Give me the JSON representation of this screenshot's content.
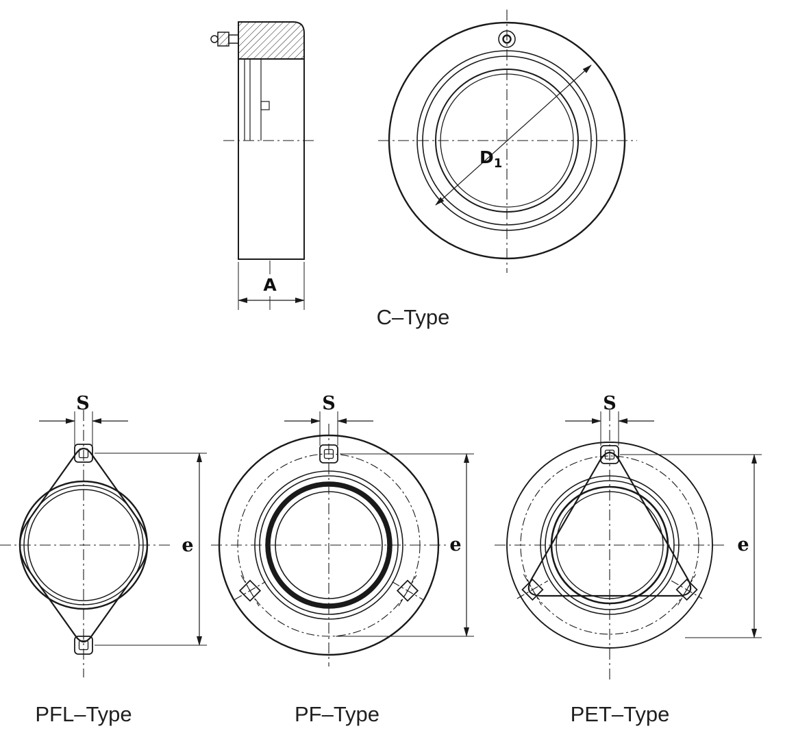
{
  "figure": {
    "background": "#ffffff",
    "line_color": "#1a1a1a",
    "description_icons": [
      "bearing-section-view",
      "bearing-front-view",
      "rhombic-flange-view",
      "round-flange-view",
      "triangular-flange-view"
    ]
  },
  "views": {
    "c_type": {
      "label": "C–Type",
      "dim_width_label": "A",
      "dim_bore_main": "D",
      "dim_bore_subscript": "1"
    },
    "pfl_type": {
      "label": "PFL–Type",
      "dim_bolt_slot_label": "S",
      "dim_bolt_span_label": "e"
    },
    "pf_type": {
      "label": "PF–Type",
      "dim_bolt_slot_label": "S",
      "dim_bolt_span_label": "e"
    },
    "pet_type": {
      "label": "PET–Type",
      "dim_bolt_slot_label": "S",
      "dim_bolt_span_label": "e"
    }
  }
}
